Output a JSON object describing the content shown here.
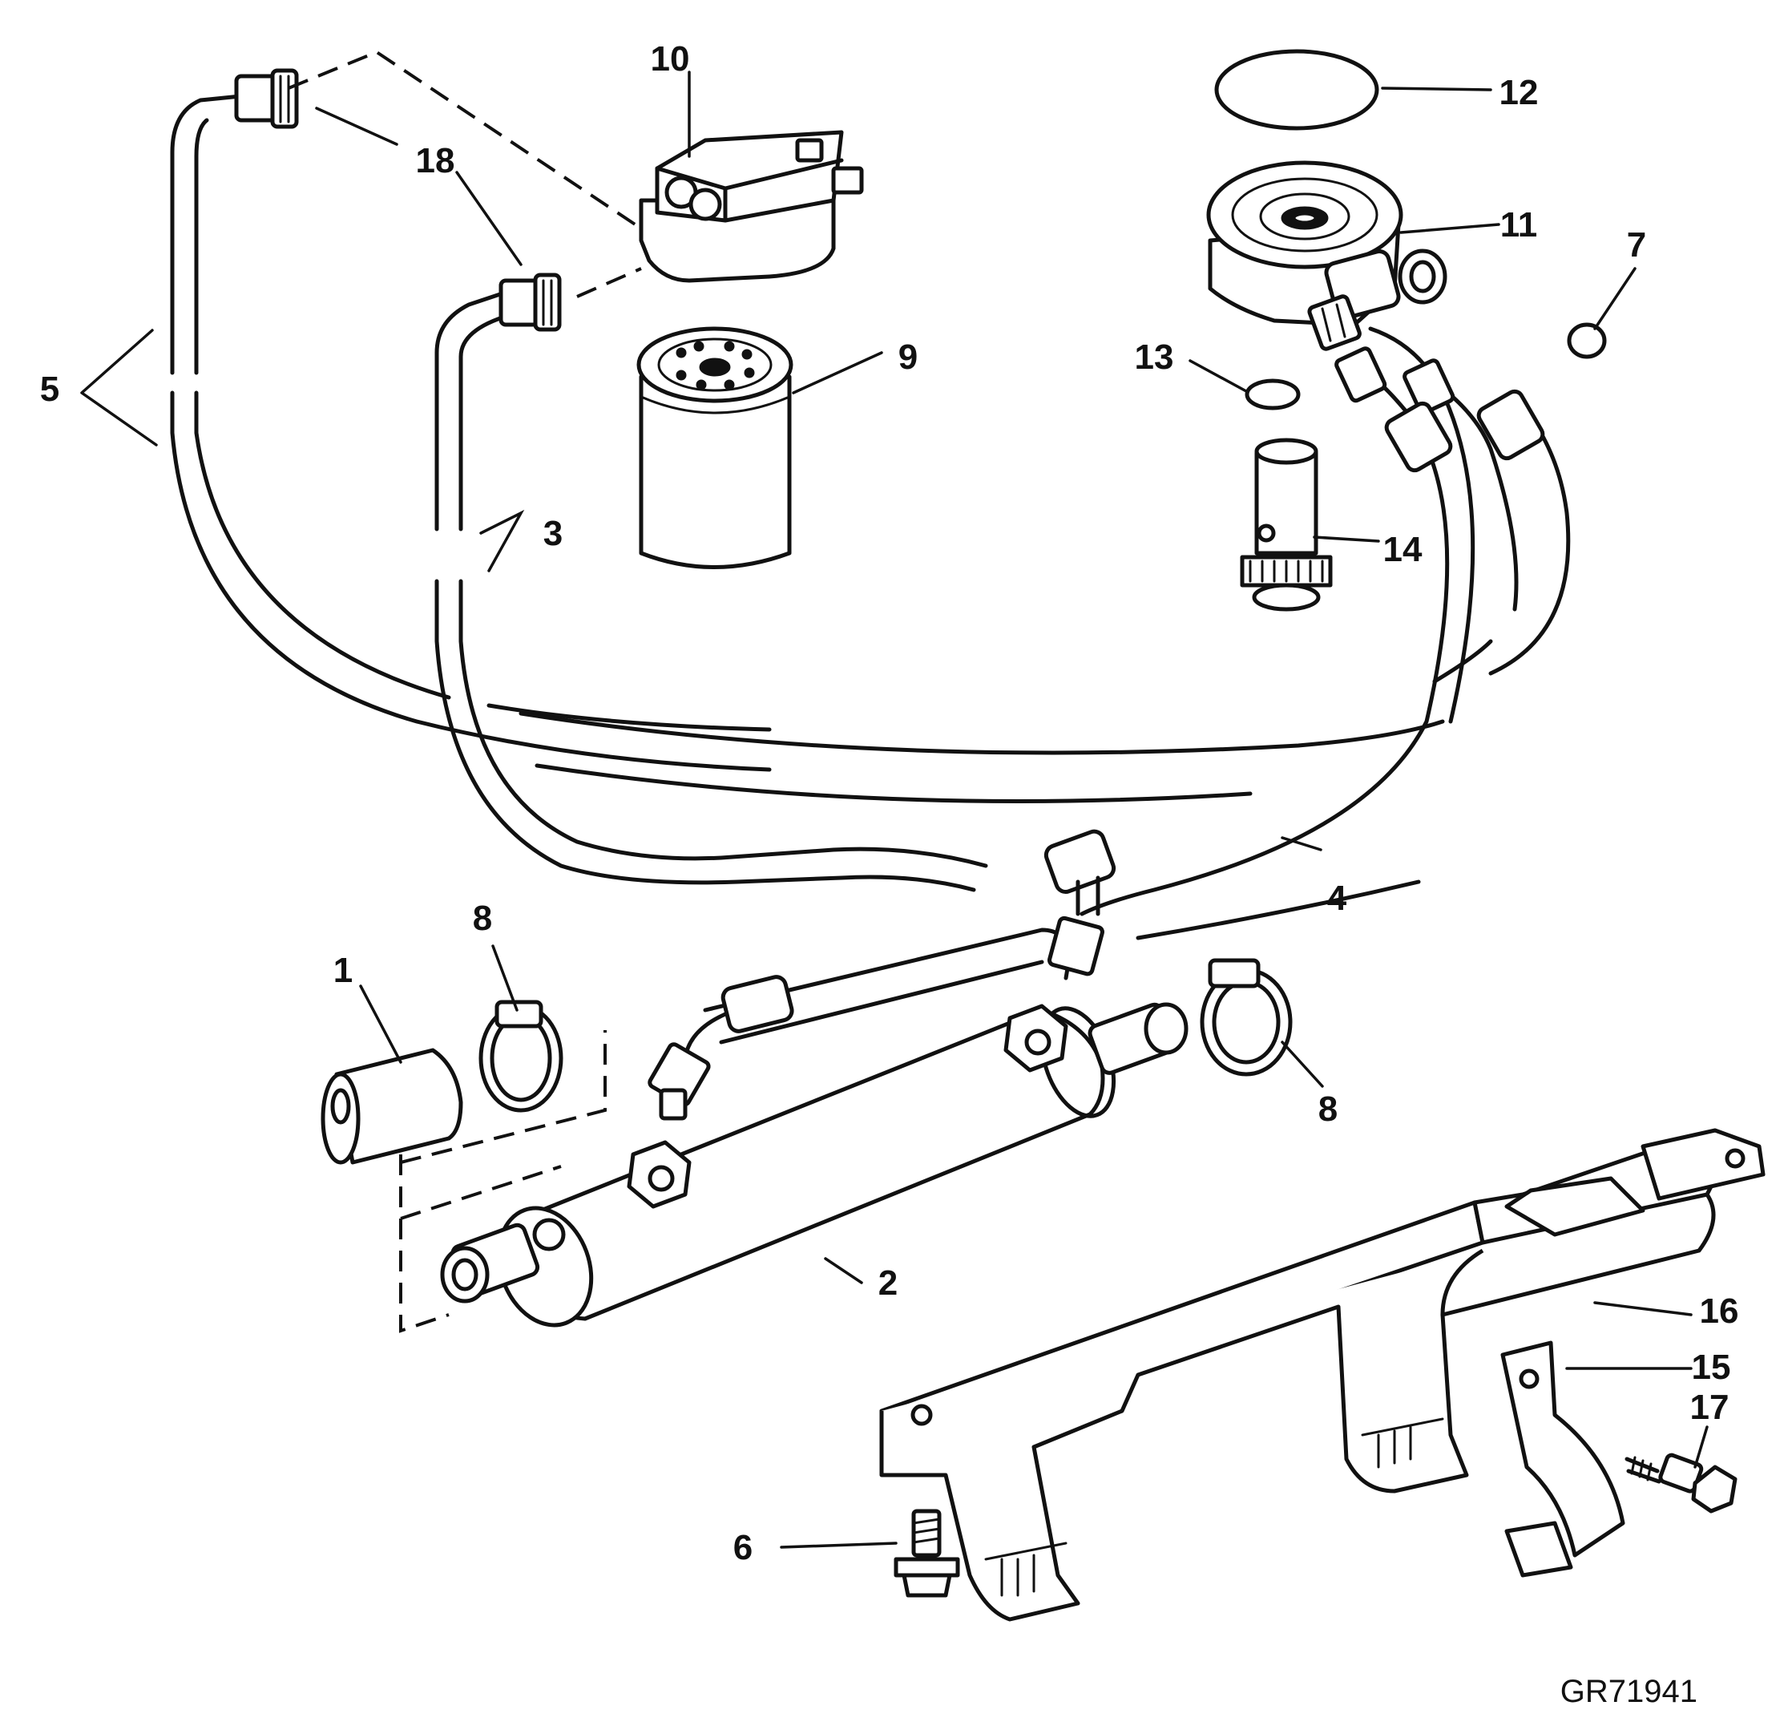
{
  "figure": {
    "id": "GR71941",
    "callouts": {
      "c1": "1",
      "c2": "2",
      "c3": "3",
      "c4": "4",
      "c5": "5",
      "c6": "6",
      "c7": "7",
      "c8a": "8",
      "c8b": "8",
      "c9": "9",
      "c10": "10",
      "c11": "11",
      "c12": "12",
      "c13": "13",
      "c14": "14",
      "c15": "15",
      "c16": "16",
      "c17": "17",
      "c18": "18"
    }
  },
  "parts": [
    {
      "ref": "1",
      "icon": "hose-sleeve-icon"
    },
    {
      "ref": "2",
      "icon": "oil-cooler-icon"
    },
    {
      "ref": "3",
      "icon": "hose-line-icon"
    },
    {
      "ref": "4",
      "icon": "hose-line-icon"
    },
    {
      "ref": "5",
      "icon": "hose-line-icon"
    },
    {
      "ref": "6",
      "icon": "cap-screw-icon"
    },
    {
      "ref": "7",
      "icon": "o-ring-icon"
    },
    {
      "ref": "8",
      "icon": "hose-clamp-icon"
    },
    {
      "ref": "9",
      "icon": "oil-filter-icon"
    },
    {
      "ref": "10",
      "icon": "adapter-block-icon"
    },
    {
      "ref": "11",
      "icon": "filter-adapter-icon"
    },
    {
      "ref": "12",
      "icon": "seal-ring-icon"
    },
    {
      "ref": "13",
      "icon": "o-ring-icon"
    },
    {
      "ref": "14",
      "icon": "fitting-icon"
    },
    {
      "ref": "15",
      "icon": "clamp-icon"
    },
    {
      "ref": "16",
      "icon": "mounting-bracket-icon"
    },
    {
      "ref": "17",
      "icon": "cap-screw-icon"
    },
    {
      "ref": "18",
      "icon": "hose-fitting-icon"
    }
  ],
  "colors": {
    "line": "#111111",
    "background": "#ffffff"
  }
}
